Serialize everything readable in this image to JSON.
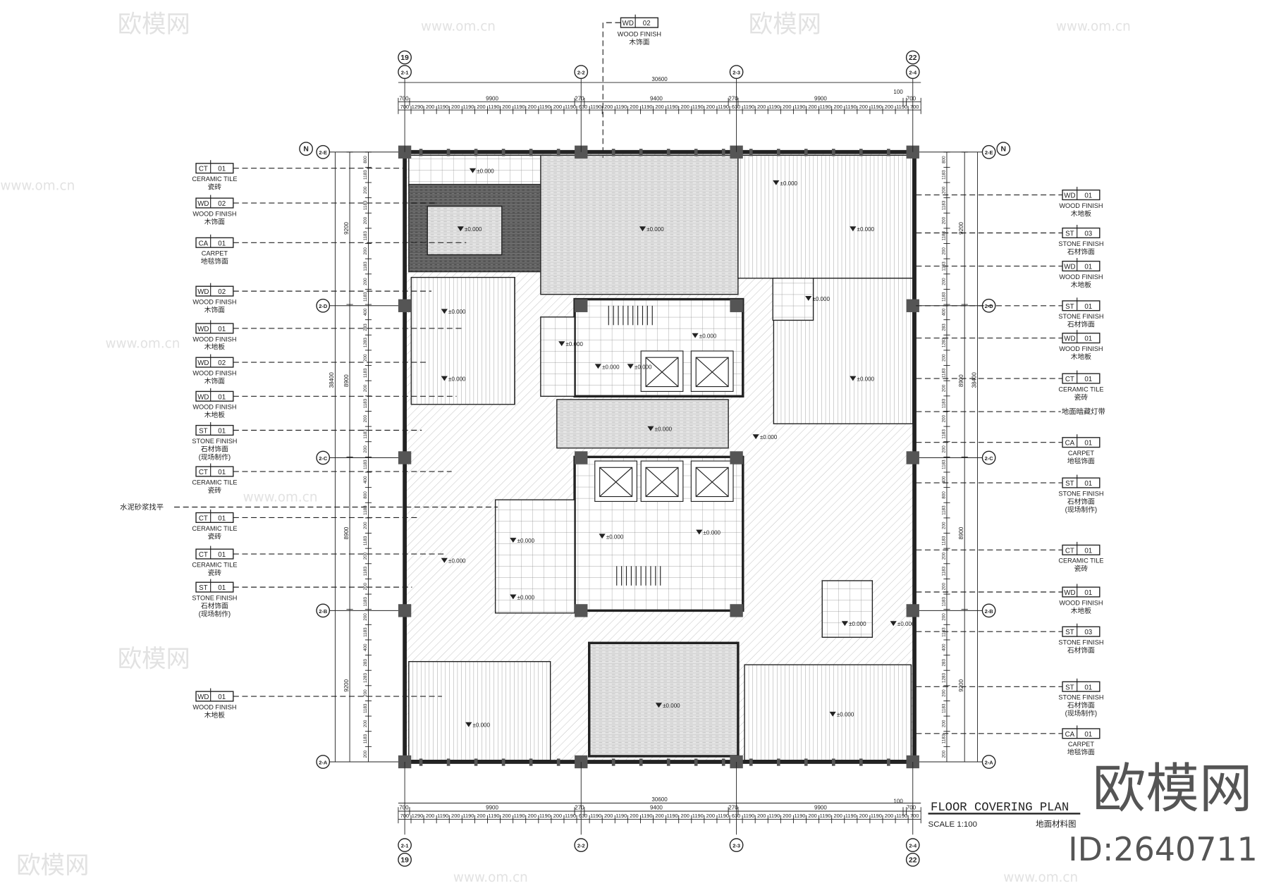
{
  "drawing": {
    "title": "FLOOR  COVERING PLAN",
    "subtitle_cn": "地面材料图",
    "scale": "SCALE 1:100",
    "elevation_mark": "±0.000"
  },
  "watermark": {
    "logo": "欧模网",
    "id": "ID:2640711",
    "site": "www.om.cn"
  },
  "top_tag": {
    "code": "WD",
    "num": "02",
    "name": "WOOD FINISH",
    "cn": "木饰面"
  },
  "grid": {
    "top": [
      [
        "19",
        "2-1"
      ],
      [
        "2-2"
      ],
      [
        "2-3"
      ],
      [
        "22",
        "2-4"
      ]
    ],
    "side": [
      "2-E",
      "2-D",
      "2-C",
      "2-B",
      "2-A"
    ],
    "north": "N"
  },
  "dimensions": {
    "total": "30600",
    "bays": [
      "700",
      "9900",
      "270",
      "9400",
      "270",
      "9900",
      "100",
      "700"
    ],
    "detail": [
      "700",
      "1290",
      "200",
      "1190",
      "200",
      "1190",
      "200",
      "1190",
      "200",
      "1190",
      "200",
      "1190",
      "200",
      "1190",
      "630",
      "1190",
      "200",
      "1190",
      "200",
      "1190",
      "200",
      "1190",
      "200",
      "1190",
      "200",
      "1190",
      "630",
      "1190",
      "200",
      "1190",
      "200",
      "1190",
      "200",
      "1190",
      "200",
      "1190",
      "200",
      "1190",
      "200",
      "1190",
      "700"
    ],
    "vertical_total": "38400",
    "vertical_bays": [
      "9200",
      "8900",
      "8900",
      "9200"
    ],
    "vertical_detail": [
      "800",
      "1183",
      "200",
      "1183",
      "200",
      "1183",
      "200",
      "1183",
      "200",
      "1183",
      "400",
      "283",
      "1283",
      "200",
      "1183",
      "200",
      "1183",
      "200",
      "1183",
      "200",
      "1183",
      "400"
    ]
  },
  "left_tags": [
    {
      "code": "CT",
      "num": "01",
      "name": "CERAMIC  TILE",
      "cn": [
        "瓷砖"
      ]
    },
    {
      "code": "WD",
      "num": "02",
      "name": "WOOD  FINISH",
      "cn": [
        "木饰面"
      ]
    },
    {
      "code": "CA",
      "num": "01",
      "name": "CARPET",
      "cn": [
        "地毯饰面"
      ]
    },
    {
      "code": "WD",
      "num": "02",
      "name": "WOOD  FINISH",
      "cn": [
        "木饰面"
      ]
    },
    {
      "code": "WD",
      "num": "01",
      "name": "WOOD  FINISH",
      "cn": [
        "木地板"
      ]
    },
    {
      "code": "WD",
      "num": "02",
      "name": "WOOD  FINISH",
      "cn": [
        "木饰面"
      ]
    },
    {
      "code": "WD",
      "num": "01",
      "name": "WOOD  FINISH",
      "cn": [
        "木地板"
      ]
    },
    {
      "code": "ST",
      "num": "01",
      "name": "STONE  FINISH",
      "cn": [
        "石材饰面",
        "(现场制作)"
      ]
    },
    {
      "code": "CT",
      "num": "01",
      "name": "CERAMIC  TILE",
      "cn": [
        "瓷砖"
      ]
    },
    {
      "code": "CT",
      "num": "01",
      "name": "CERAMIC  TILE",
      "cn": [
        "瓷砖"
      ]
    },
    {
      "code": "CT",
      "num": "01",
      "name": "CERAMIC  TILE",
      "cn": [
        "瓷砖"
      ]
    },
    {
      "code": "ST",
      "num": "01",
      "name": "STONE  FINISH",
      "cn": [
        "石材饰面",
        "(现场制作)"
      ]
    },
    {
      "code": "WD",
      "num": "01",
      "name": "WOOD  FINISH",
      "cn": [
        "木地板"
      ]
    }
  ],
  "left_note": "水泥砂浆找平",
  "right_tags": [
    {
      "code": "WD",
      "num": "01",
      "name": "WOOD  FINISH",
      "cn": [
        "木地板"
      ]
    },
    {
      "code": "ST",
      "num": "03",
      "name": "STONE  FINISH",
      "cn": [
        "石材饰面"
      ]
    },
    {
      "code": "WD",
      "num": "01",
      "name": "WOOD  FINISH",
      "cn": [
        "木地板"
      ]
    },
    {
      "code": "ST",
      "num": "01",
      "name": "STONE  FINISH",
      "cn": [
        "石材饰面"
      ]
    },
    {
      "code": "WD",
      "num": "01",
      "name": "WOOD  FINISH",
      "cn": [
        "木地板"
      ]
    },
    {
      "code": "CT",
      "num": "01",
      "name": "CERAMIC  TILE",
      "cn": [
        "瓷砖"
      ]
    },
    {
      "code": "CA",
      "num": "01",
      "name": "CARPET",
      "cn": [
        "地毯饰面"
      ]
    },
    {
      "code": "ST",
      "num": "01",
      "name": "STONE  FINISH",
      "cn": [
        "石材饰面",
        "(现场制作)"
      ]
    },
    {
      "code": "CT",
      "num": "01",
      "name": "CERAMIC  TILE",
      "cn": [
        "瓷砖"
      ]
    },
    {
      "code": "WD",
      "num": "01",
      "name": "WOOD  FINISH",
      "cn": [
        "木地板"
      ]
    },
    {
      "code": "ST",
      "num": "03",
      "name": "STONE  FINISH",
      "cn": [
        "石材饰面"
      ]
    },
    {
      "code": "ST",
      "num": "01",
      "name": "STONE  FINISH",
      "cn": [
        "石材饰面",
        "(现场制作)"
      ]
    },
    {
      "code": "CA",
      "num": "01",
      "name": "CARPET",
      "cn": [
        "地毯饰面"
      ]
    }
  ],
  "right_note": "地面暗藏灯带"
}
